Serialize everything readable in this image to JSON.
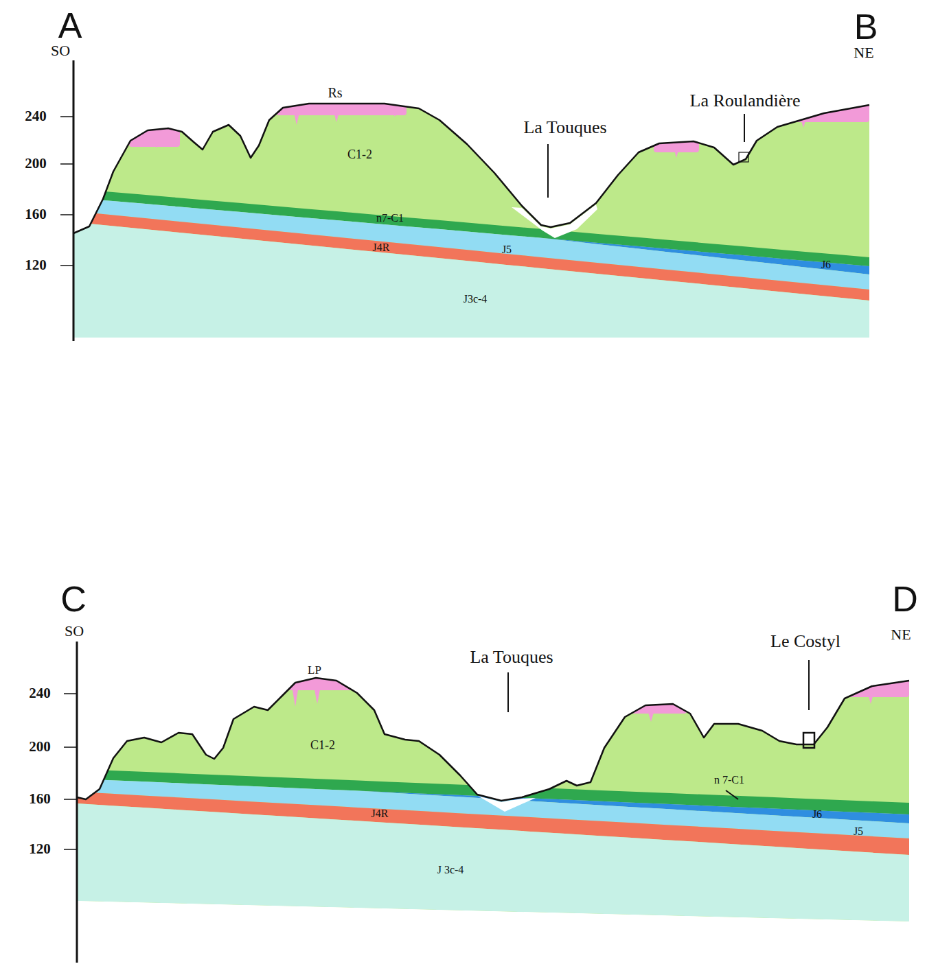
{
  "diagram": {
    "labels": [
      "A",
      "SO",
      "B",
      "NE",
      "240",
      "200",
      "160",
      "120",
      "Rs",
      "La Touques",
      "La Roulandière",
      "C1-2",
      "n7-C1",
      "J4R",
      "J5",
      "J6",
      "J3c-4",
      "C",
      "SO",
      "D",
      "NE",
      "240",
      "200",
      "160",
      "120",
      "LP",
      "La Touques",
      "Le Costyl",
      "C1-2",
      "n 7-C1",
      "J6",
      "J5",
      "J4R",
      "J 3c-4"
    ]
  }
}
